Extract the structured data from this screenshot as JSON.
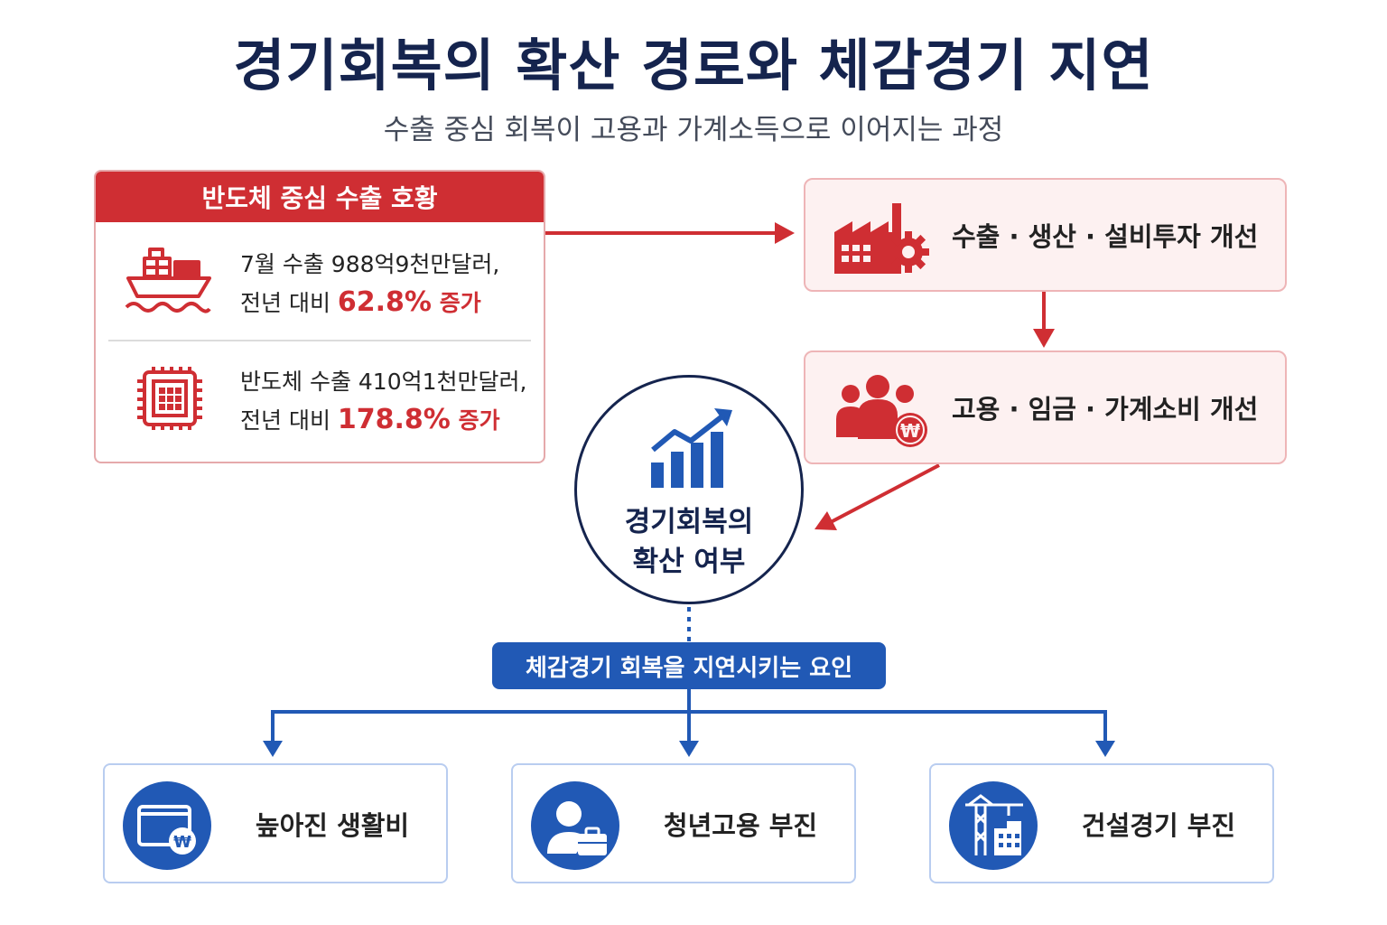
{
  "title": "경기회복의 확산 경로와 체감경기 지연",
  "subtitle": "수출 중심 회복이 고용과 가계소득으로 이어지는 과정",
  "export_panel": {
    "header": "반도체 중심 수출 호황",
    "row1": {
      "icon": "cargo-ship-icon",
      "line1": "7월 수출 988억9천만달러,",
      "prefix": "전년 대비 ",
      "value": "62.8%",
      "suffix": " 증가"
    },
    "row2": {
      "icon": "semiconductor-chip-icon",
      "line1": "반도체 수출 410억1천만달러,",
      "prefix": "전년 대비 ",
      "value": "178.8%",
      "suffix": " 증가"
    }
  },
  "steps": [
    {
      "icon": "factory-gear-icon",
      "label": "수출 · 생산 · 설비투자 개선"
    },
    {
      "icon": "people-won-icon",
      "label": "고용 · 임금 · 가계소비 개선"
    }
  ],
  "center": {
    "icon": "rising-bar-chart-icon",
    "line1": "경기회복의",
    "line2": "확산 여부"
  },
  "factor_header": "체감경기 회복을 지연시키는 요인",
  "factors": [
    {
      "icon": "wallet-won-icon",
      "label": "높아진 생활비"
    },
    {
      "icon": "person-briefcase-icon",
      "label": "청년고용 부진"
    },
    {
      "icon": "crane-building-icon",
      "label": "건설경기 부진"
    }
  ],
  "colors": {
    "red": "#cf2e33",
    "navy": "#15244e",
    "blue": "#2159b5",
    "pink_bg": "#fdf1f1"
  }
}
